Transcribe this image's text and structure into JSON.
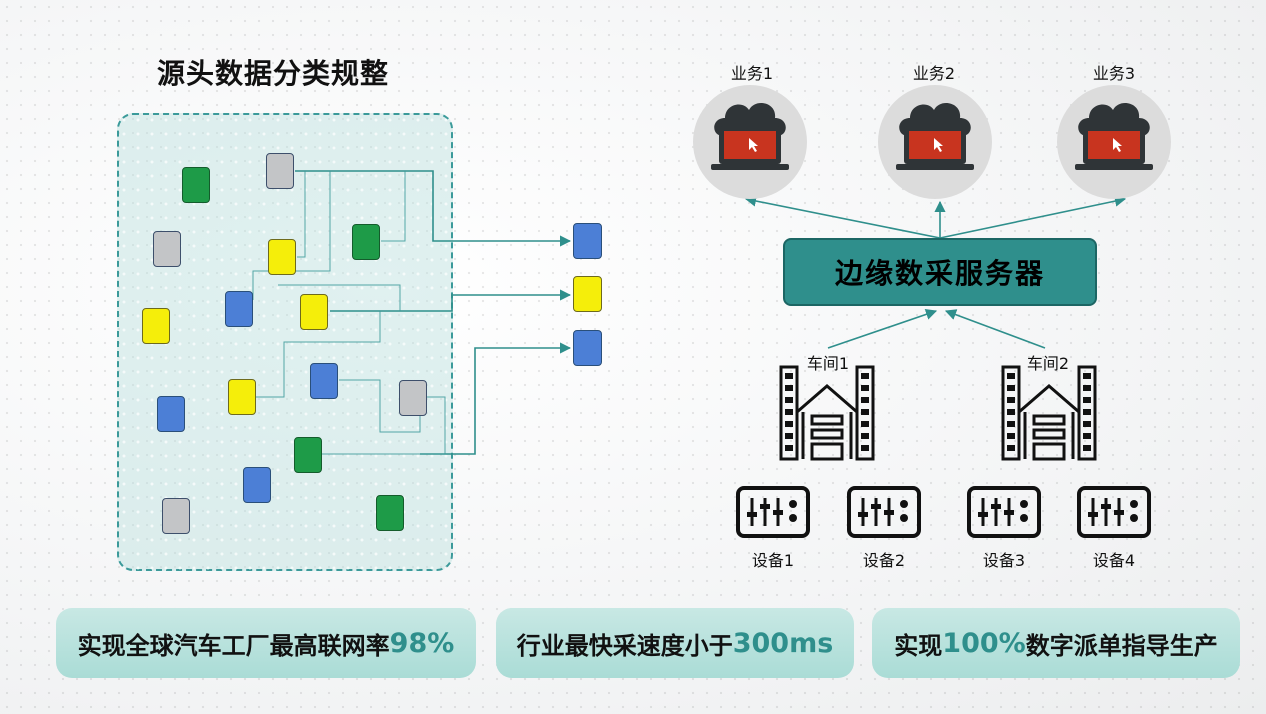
{
  "title": "源头数据分类规整",
  "server_label": "边缘数采服务器",
  "services": [
    {
      "label": "业务1"
    },
    {
      "label": "业务2"
    },
    {
      "label": "业务3"
    }
  ],
  "workshops": [
    {
      "label": "车间1"
    },
    {
      "label": "车间2"
    }
  ],
  "devices": [
    {
      "label": "设备1"
    },
    {
      "label": "设备2"
    },
    {
      "label": "设备3"
    },
    {
      "label": "设备4"
    }
  ],
  "stats": [
    {
      "prefix": "实现全球汽车工厂最高联网率",
      "highlight": "98%",
      "suffix": ""
    },
    {
      "prefix": "行业最快采速度小于",
      "highlight": "300ms",
      "suffix": ""
    },
    {
      "prefix": "实现",
      "highlight": "100%",
      "suffix": "数字派单指导生产"
    }
  ],
  "colors": {
    "teal": "#2f8f8c",
    "green": "#1e9b48",
    "yellow": "#f5ee0a",
    "blue": "#4c7fd6",
    "gray": "#c3c5c7",
    "screen_red": "#c8341f"
  }
}
